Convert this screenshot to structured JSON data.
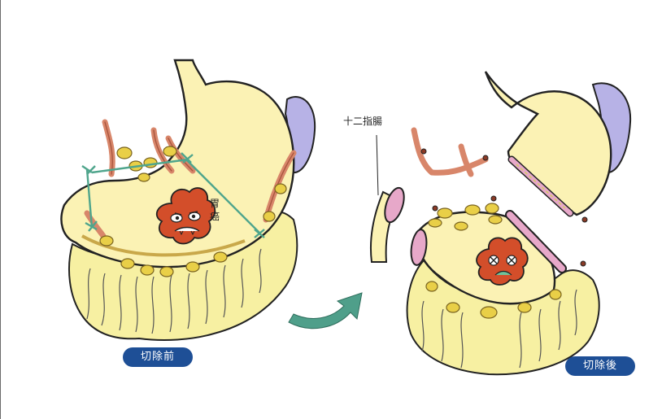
{
  "labels": {
    "before": "切除前",
    "after": "切除後",
    "tumor": "胃癌",
    "duodenum": "十二指腸"
  },
  "colors": {
    "stomach": "#fbf2b4",
    "omentum": "#f7f0a2",
    "fat_nodule": "#e9cf47",
    "vessel": "#d8866a",
    "spleen": "#b7b2e6",
    "cut_surface": "#e7a8c9",
    "tumor": "#d34e2a",
    "cut_line": "#4fa58c",
    "badge": "#1e4f96",
    "arrow": "#4f9f8a"
  }
}
